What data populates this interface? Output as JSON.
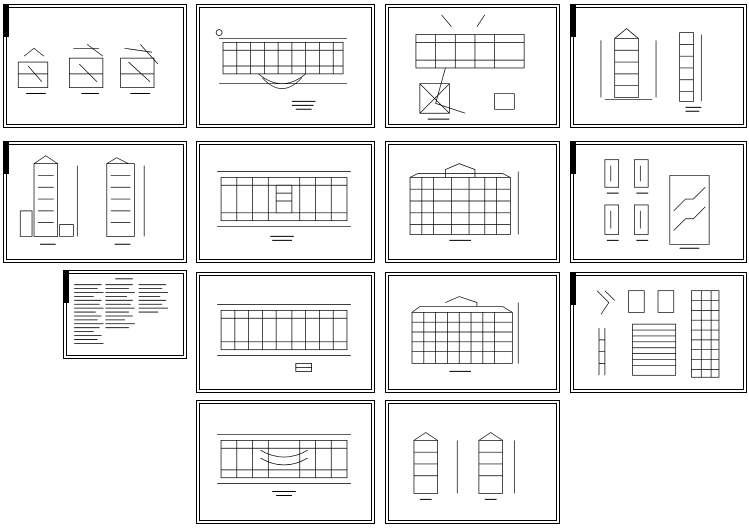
{
  "sheets": [
    {
      "id": "s1",
      "kind": "details-stair"
    },
    {
      "id": "s2",
      "kind": "plan-ground"
    },
    {
      "id": "s3",
      "kind": "site-plan"
    },
    {
      "id": "s4",
      "kind": "sections-stair"
    },
    {
      "id": "s5",
      "kind": "elevation-side"
    },
    {
      "id": "s6",
      "kind": "plan-upper"
    },
    {
      "id": "s7",
      "kind": "elevation-front"
    },
    {
      "id": "s8",
      "kind": "stair-details"
    },
    {
      "id": "s9",
      "kind": "design-notes"
    },
    {
      "id": "s10",
      "kind": "plan-typical"
    },
    {
      "id": "s11",
      "kind": "elevation-rear"
    },
    {
      "id": "s12",
      "kind": "wall-sections"
    },
    {
      "id": "s13",
      "kind": "plan-roof"
    },
    {
      "id": "s14",
      "kind": "elevation-ends"
    }
  ]
}
